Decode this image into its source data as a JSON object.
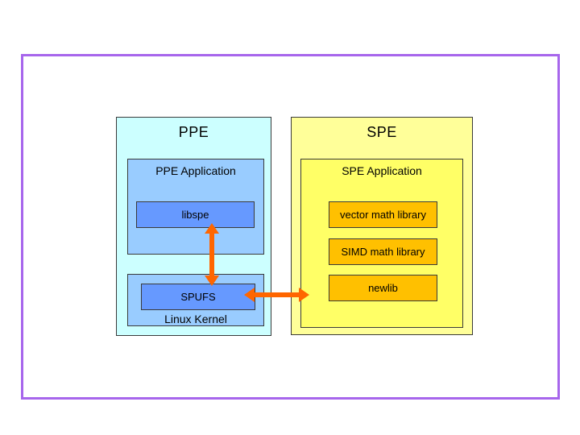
{
  "slide": {
    "background": "#FFFFFF",
    "border_color": "#A766EC"
  },
  "colors": {
    "ppe_outer": "#CCFFFF",
    "ppe_inner": "#99CCFF",
    "blue_module": "#6699FF",
    "spe_outer": "#FFFF99",
    "spe_inner": "#FFFF66",
    "orange_module": "#FFC000",
    "arrow": "#FF6600",
    "box_border": "#3A3A3A",
    "text": "#000000"
  },
  "diagram": {
    "ppe": {
      "title": "PPE",
      "application": {
        "title": "PPE Application",
        "module": "libspe"
      },
      "kernel": {
        "module": "SPUFS",
        "label": "Linux Kernel"
      }
    },
    "spe": {
      "title": "SPE",
      "application": {
        "title": "SPE Application",
        "modules": [
          "vector math library",
          "SIMD math library",
          "newlib"
        ]
      }
    },
    "connections": [
      {
        "name": "libspe-SPUFS",
        "type": "bidirectional",
        "orientation": "vertical"
      },
      {
        "name": "SPUFS-SPE",
        "type": "bidirectional",
        "orientation": "horizontal"
      }
    ]
  }
}
